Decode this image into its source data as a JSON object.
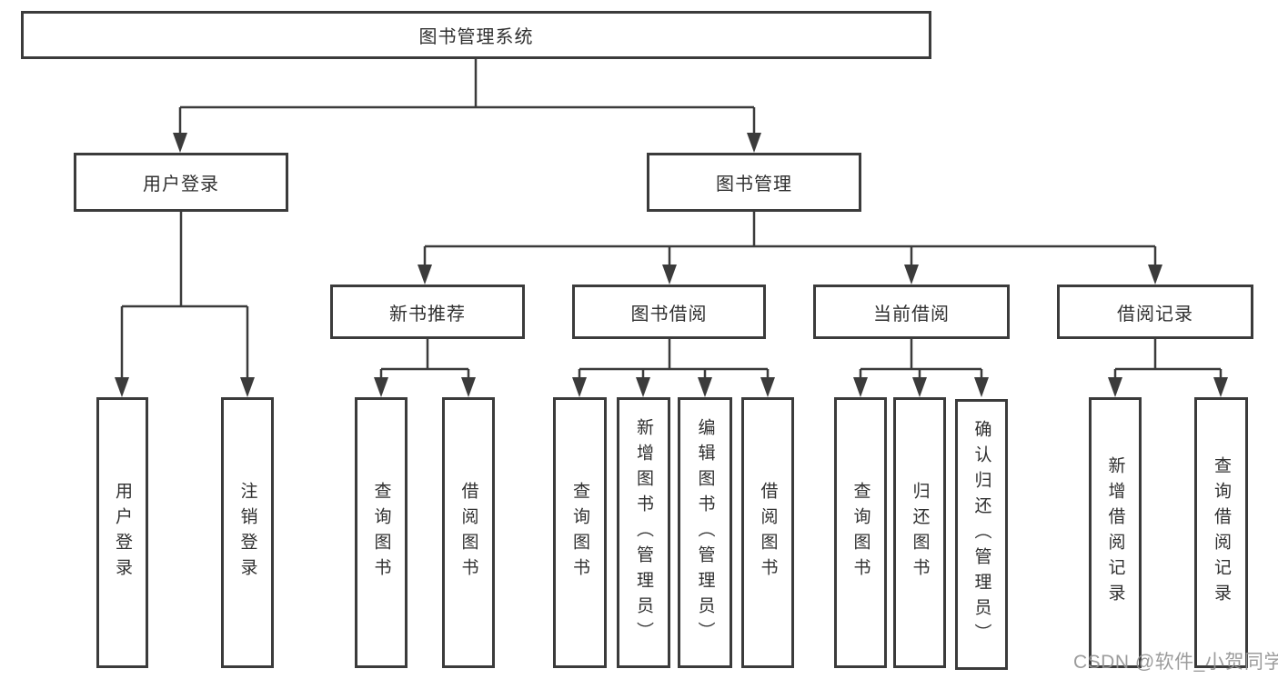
{
  "diagram": {
    "type": "hierarchy-flowchart",
    "root": {
      "label": "图书管理系统"
    },
    "level1": [
      {
        "label": "用户登录"
      },
      {
        "label": "图书管理"
      }
    ],
    "level2": [
      {
        "label": "新书推荐",
        "parent": "图书管理"
      },
      {
        "label": "图书借阅",
        "parent": "图书管理"
      },
      {
        "label": "当前借阅",
        "parent": "图书管理"
      },
      {
        "label": "借阅记录",
        "parent": "图书管理"
      }
    ],
    "leaves": [
      {
        "label": "用户登录",
        "parent": "用户登录"
      },
      {
        "label": "注销登录",
        "parent": "用户登录"
      },
      {
        "label": "查询图书",
        "parent": "新书推荐"
      },
      {
        "label": "借阅图书",
        "parent": "新书推荐"
      },
      {
        "label": "查询图书",
        "parent": "图书借阅"
      },
      {
        "label": "新增图书（管理员）",
        "parent": "图书借阅"
      },
      {
        "label": "编辑图书（管理员）",
        "parent": "图书借阅"
      },
      {
        "label": "借阅图书",
        "parent": "图书借阅"
      },
      {
        "label": "查询图书",
        "parent": "当前借阅"
      },
      {
        "label": "归还图书",
        "parent": "当前借阅"
      },
      {
        "label": "确认归还（管理员）",
        "parent": "当前借阅"
      },
      {
        "label": "新增借阅记录",
        "parent": "借阅记录"
      },
      {
        "label": "查询借阅记录",
        "parent": "借阅记录"
      }
    ],
    "colors": {
      "line": "#3b3b3b",
      "box_fill": "#ffffff",
      "text": "#303030",
      "watermark": "#949494"
    }
  },
  "watermark": {
    "text": "CSDN @软件_小贺同学"
  }
}
